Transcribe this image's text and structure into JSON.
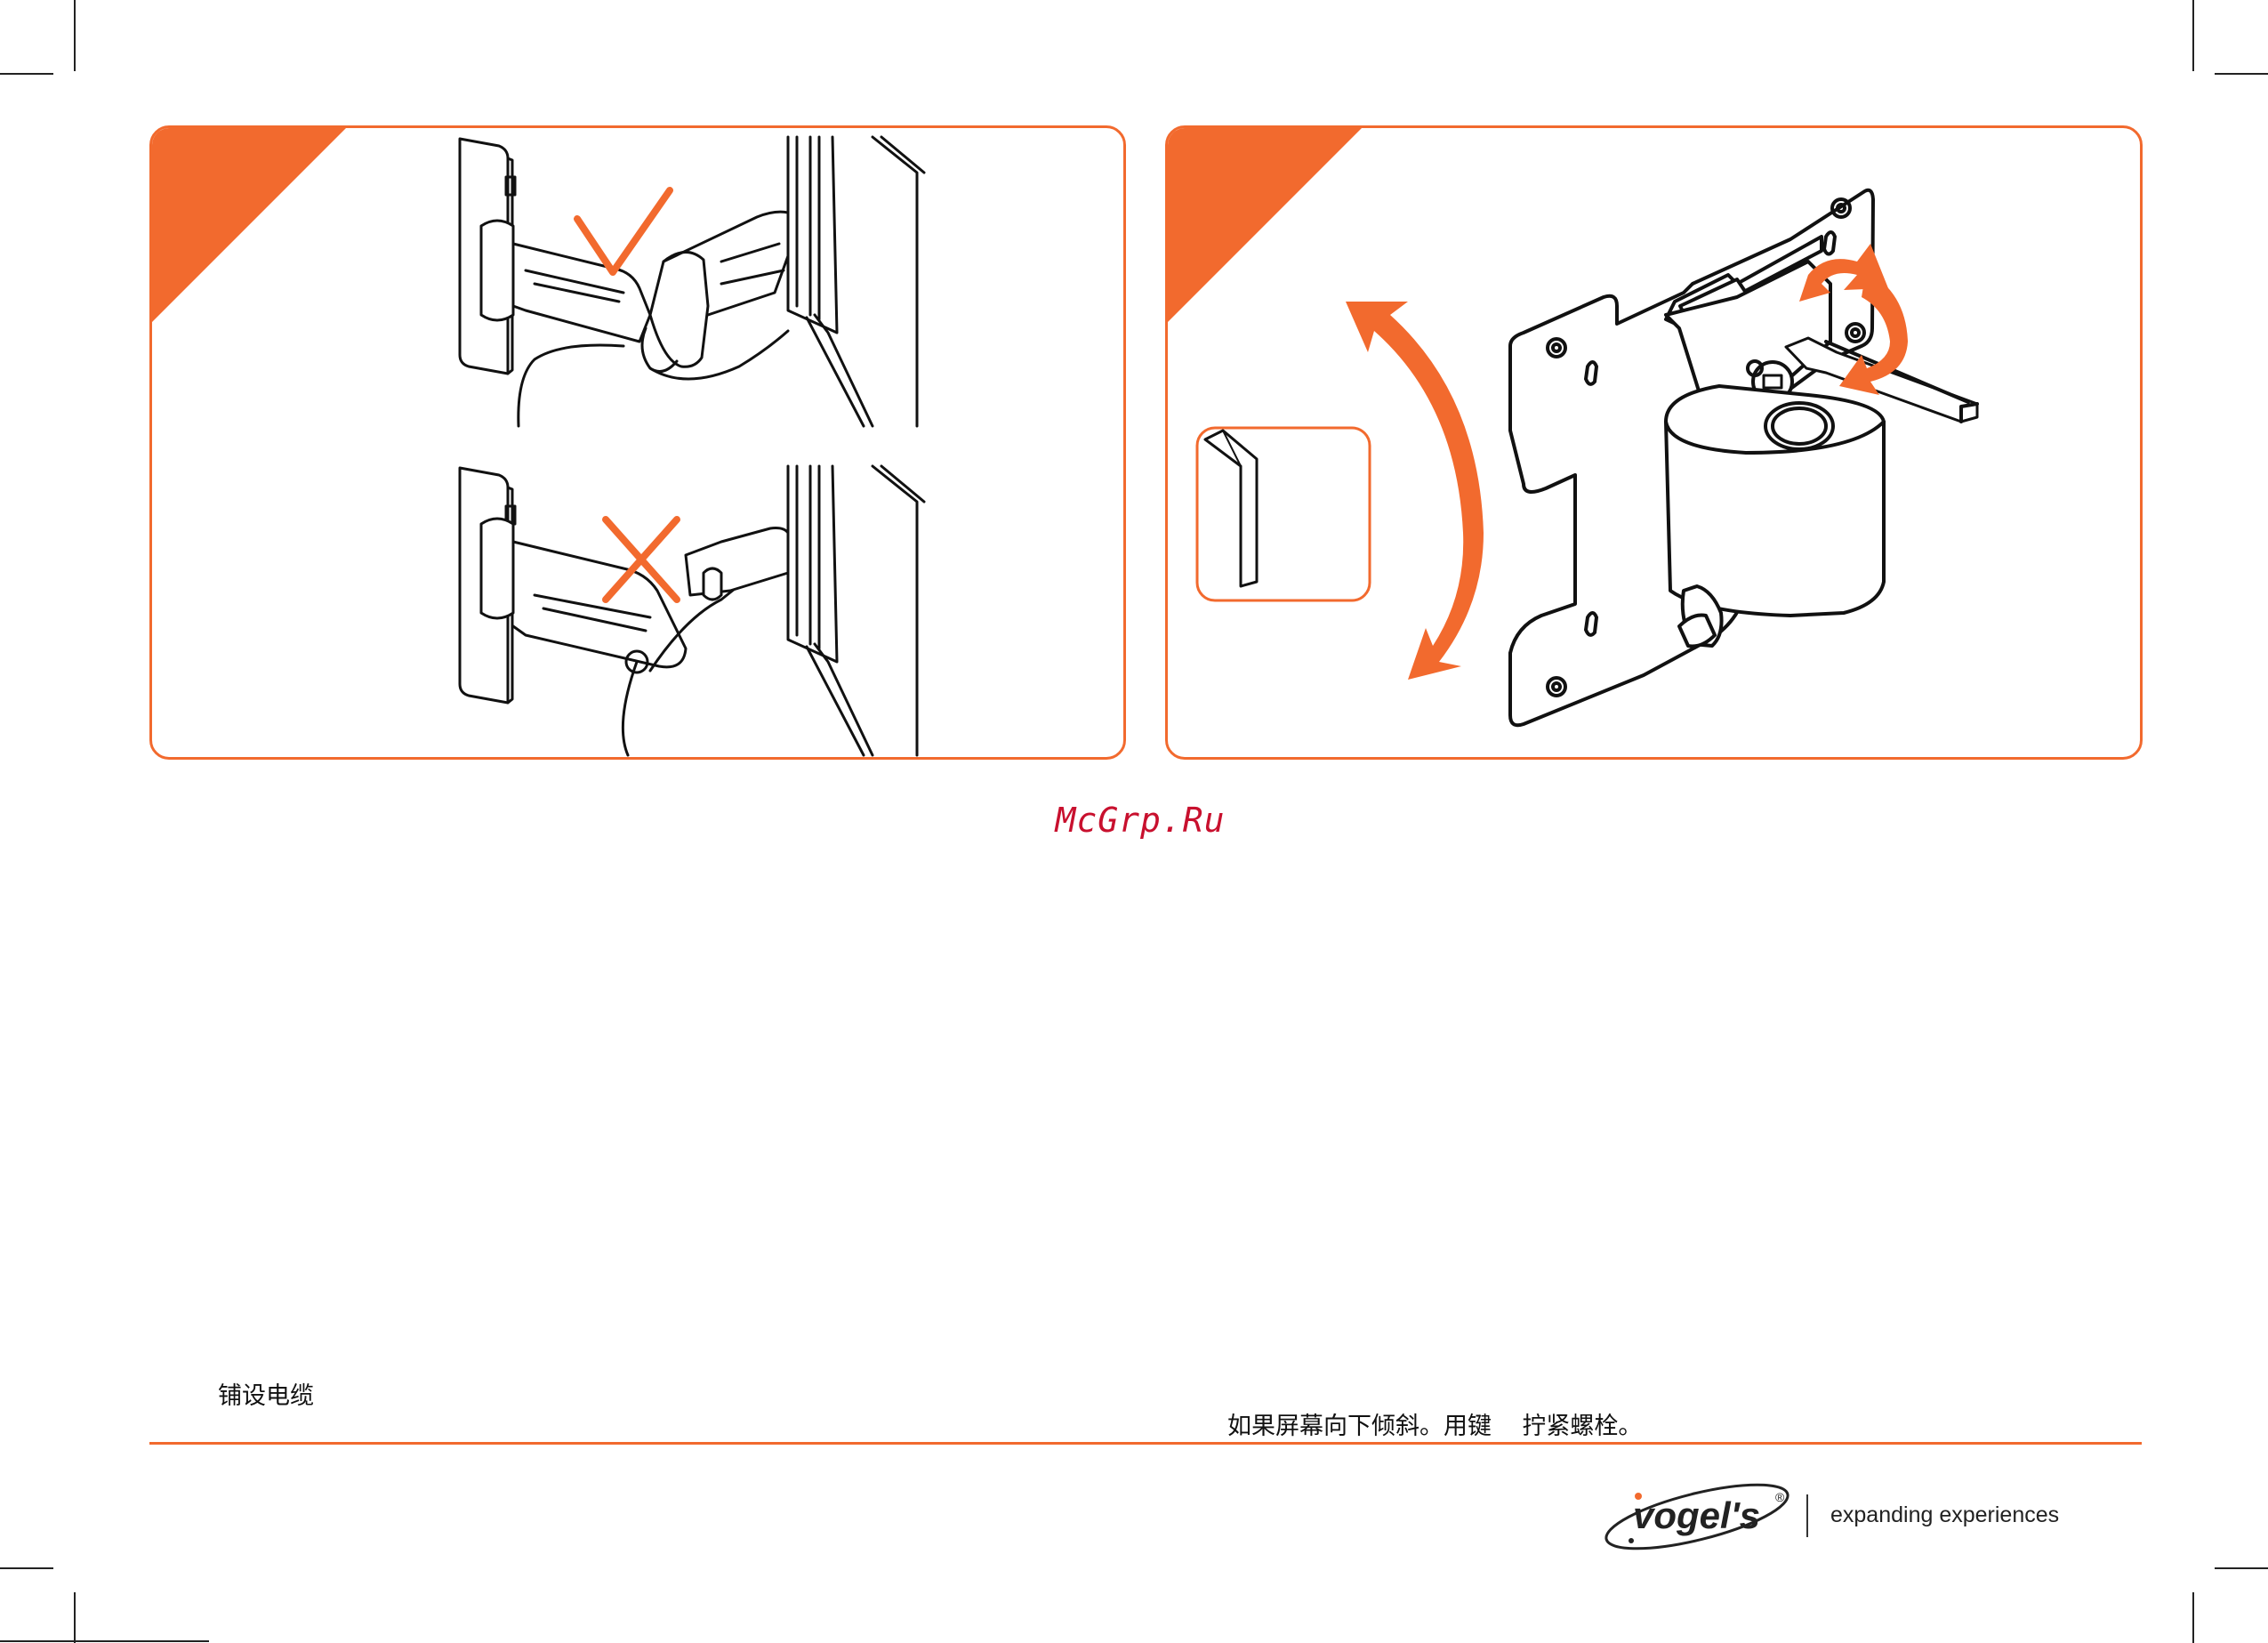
{
  "watermark": "McGrp.Ru",
  "caption_left": "铺设电缆",
  "caption_right": "如果屏幕向下倾斜。用键    拧紧螺栓。",
  "logo": {
    "brand": "vogel's",
    "registered": "®"
  },
  "tagline": "expanding experiences",
  "colors": {
    "accent": "#f26a2e",
    "line": "#111111",
    "watermark": "#c8102e"
  },
  "panels": [
    {
      "name": "cable-routing",
      "figures": [
        "correct-check-mark",
        "wrong-cross-mark"
      ]
    },
    {
      "name": "tilt-adjust",
      "figures": [
        "hex-key",
        "tilt-arrow",
        "rotate-arrows"
      ]
    }
  ]
}
